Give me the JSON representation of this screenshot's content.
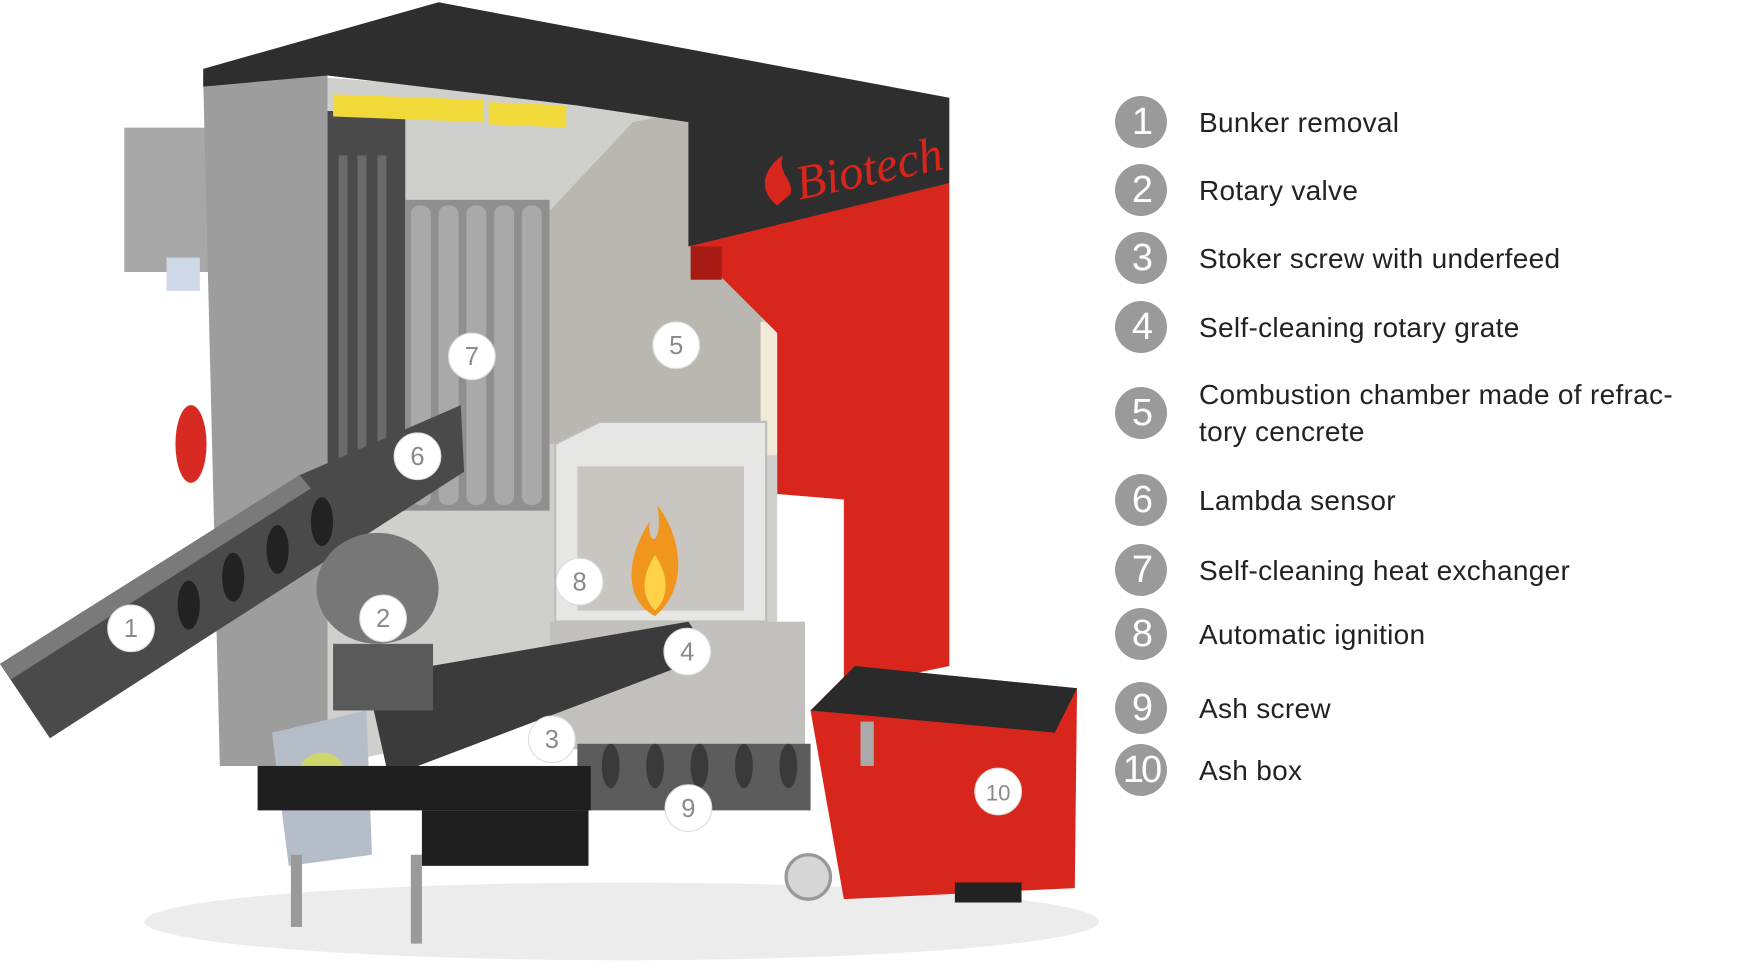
{
  "brand_logo": "Biotech",
  "markers": [
    "1",
    "2",
    "3",
    "4",
    "5",
    "6",
    "7",
    "8",
    "9",
    "10"
  ],
  "legend": [
    {
      "num": "1",
      "label": "Bunker removal"
    },
    {
      "num": "2",
      "label": "Rotary valve"
    },
    {
      "num": "3",
      "label": "Stoker screw with underfeed"
    },
    {
      "num": "4",
      "label": "Self-cleaning rotary grate"
    },
    {
      "num": "5",
      "label": "Combustion chamber made of refrac-tory cencrete"
    },
    {
      "num": "6",
      "label": "Lambda sensor"
    },
    {
      "num": "7",
      "label": "Self-cleaning heat exchanger"
    },
    {
      "num": "8",
      "label": "Automatic ignition"
    },
    {
      "num": "9",
      "label": "Ash screw"
    },
    {
      "num": "10",
      "label": "Ash box"
    }
  ],
  "colors": {
    "red": "#d9261c",
    "dark": "#2e2e2e",
    "marker": "#9a9a9a"
  }
}
